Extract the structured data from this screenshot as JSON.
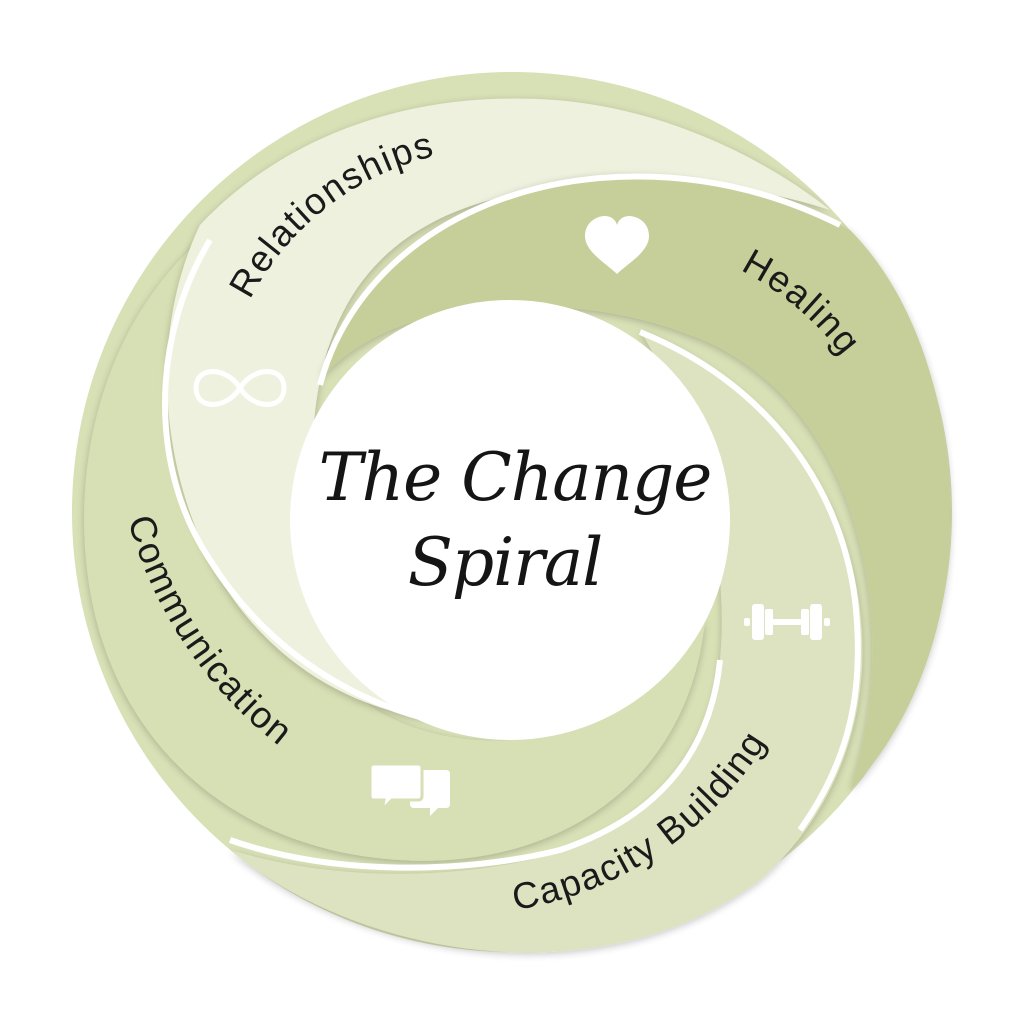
{
  "diagram": {
    "title_line_1": "The Change",
    "title_line_2": "Spiral",
    "segments": [
      {
        "label": "Relationships",
        "icon": "infinity-icon",
        "color": "#eef1de"
      },
      {
        "label": "Healing",
        "icon": "heart-icon",
        "color": "#c6cf99"
      },
      {
        "label": "Capacity Building",
        "icon": "dumbbell-icon",
        "color": "#dde3c0"
      },
      {
        "label": "Communication",
        "icon": "chat-bubbles-icon",
        "color": "#d7dfb4"
      }
    ],
    "colors": {
      "outer_ring": "#d8e0b6",
      "separator": "#ffffff",
      "center": "#ffffff",
      "text": "#1a1a1a",
      "icon": "#ffffff"
    }
  }
}
